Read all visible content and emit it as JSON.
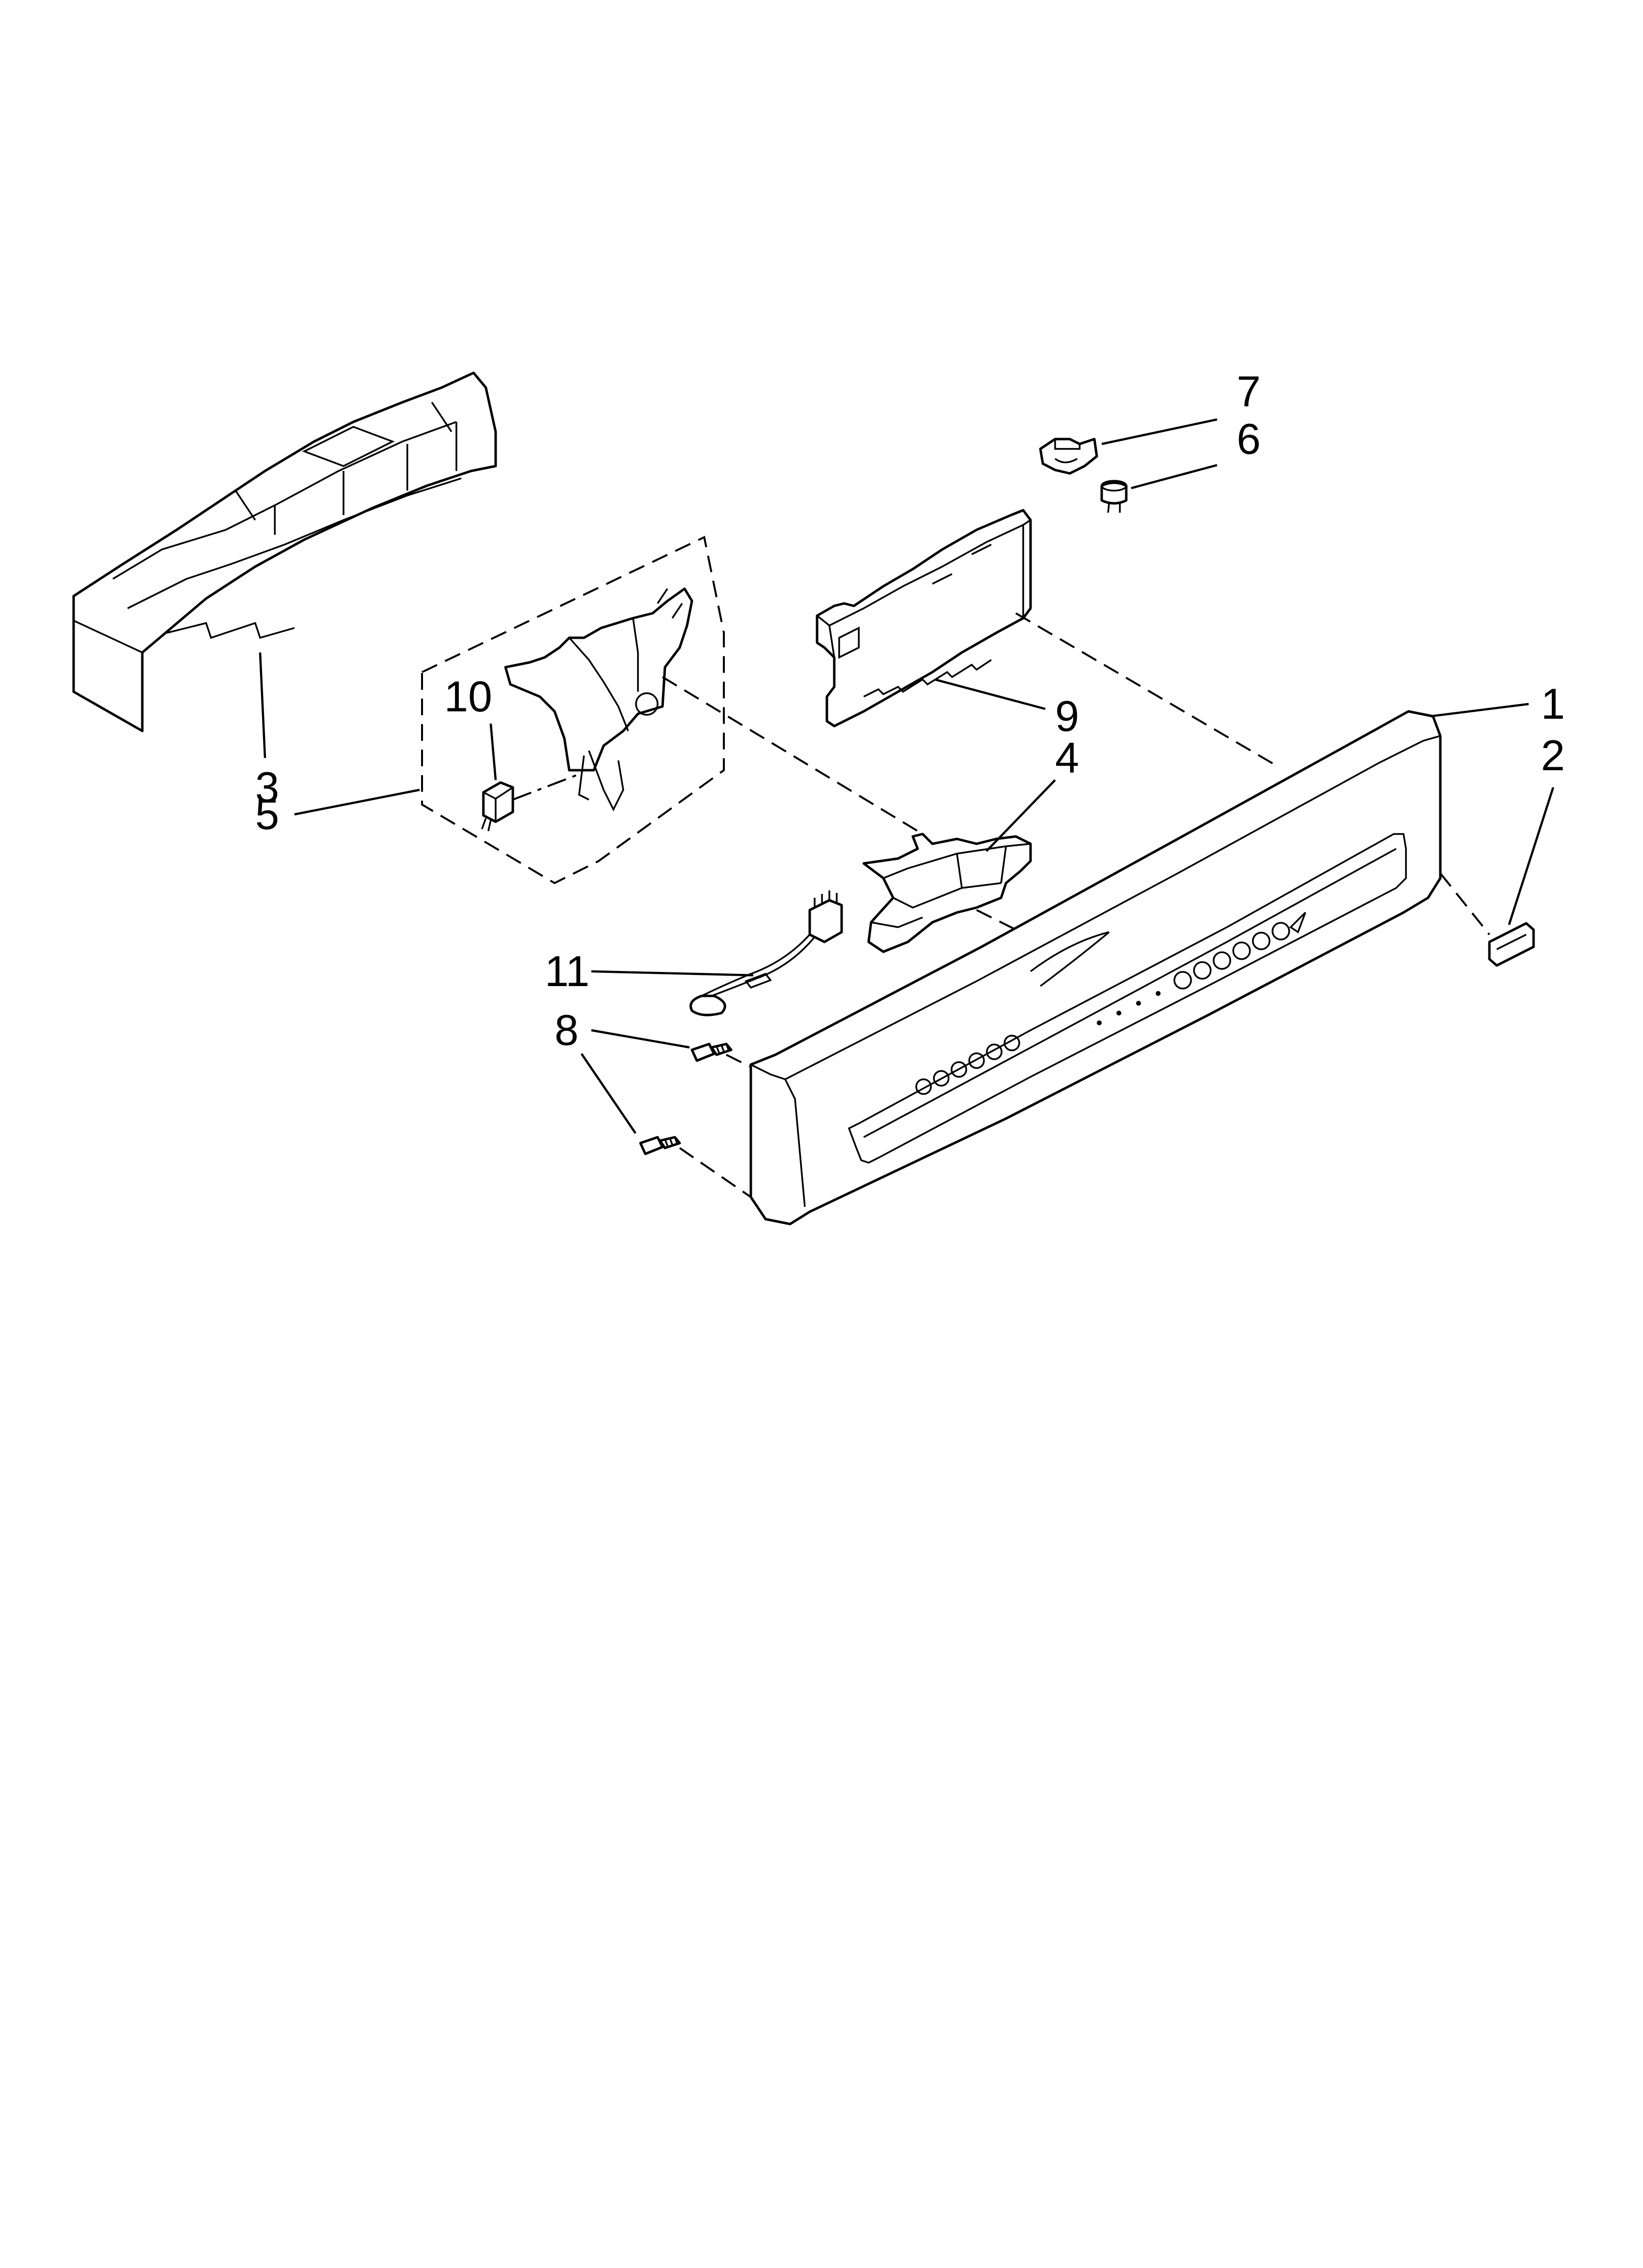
{
  "callouts": [
    "1",
    "2",
    "3",
    "4",
    "5",
    "6",
    "7",
    "8",
    "9",
    "10",
    "11"
  ],
  "parts": {
    "console_panel": "1",
    "badge": "2",
    "rear_panel": "3",
    "handle_bracket": "4",
    "latch_assembly": "5",
    "button_cap": "6",
    "holder_clip": "7",
    "screw": "8",
    "control_board": "9",
    "door_switch": "10",
    "wire_harness": "11"
  },
  "colors": {
    "line": "#000000",
    "background": "#ffffff"
  }
}
